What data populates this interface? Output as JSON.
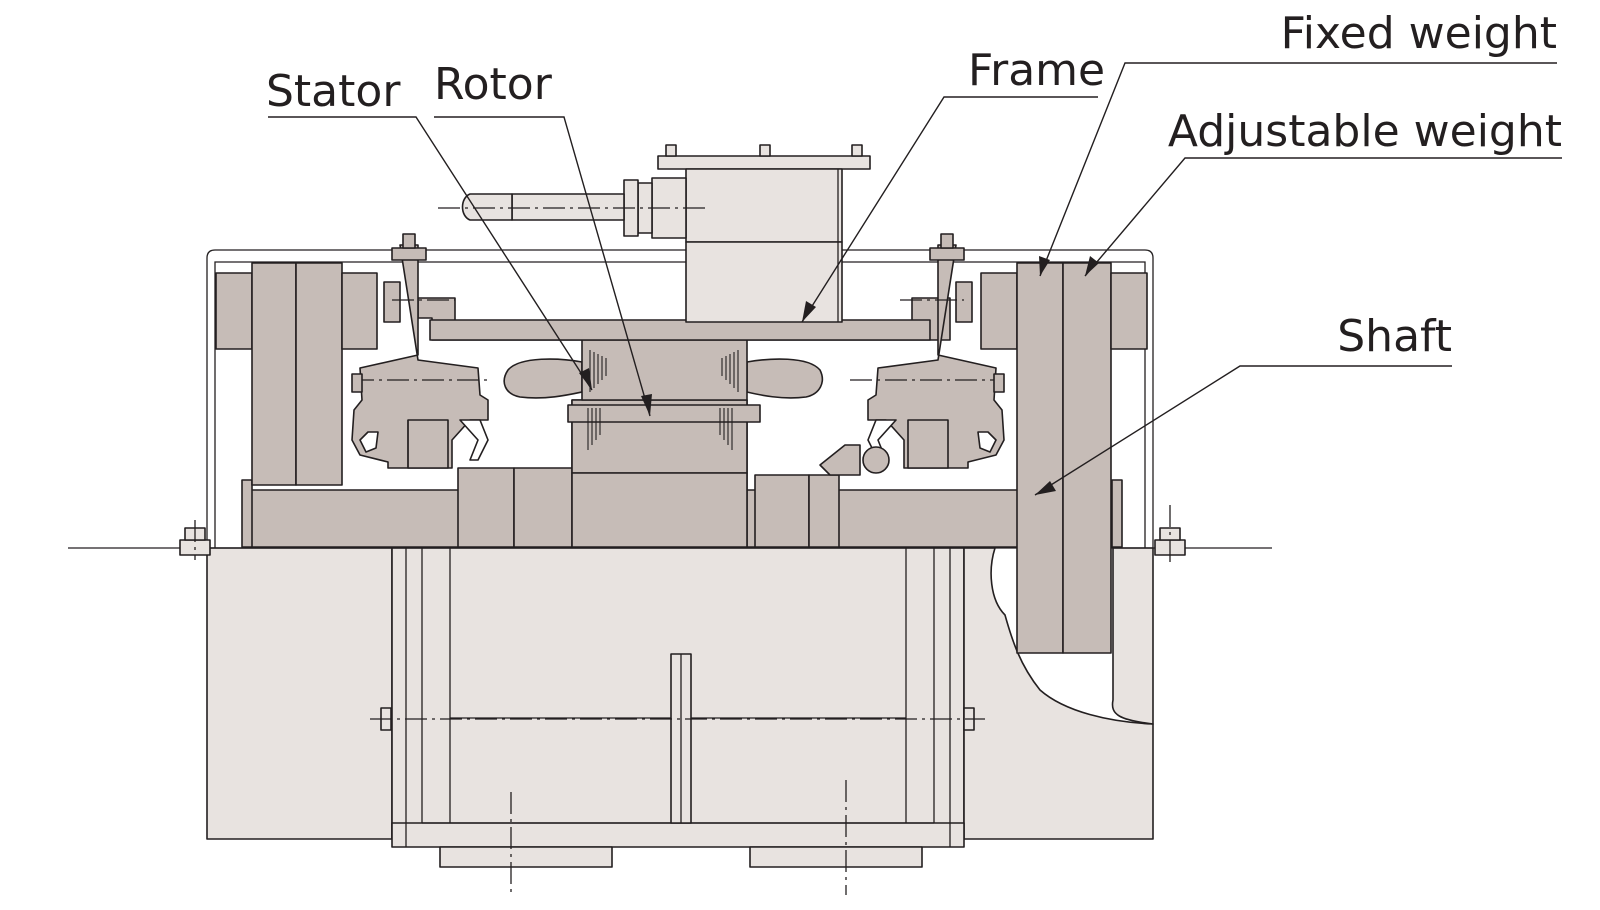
{
  "labels": {
    "stator": "Stator",
    "rotor": "Rotor",
    "frame": "Frame",
    "fixed_weight": "Fixed weight",
    "adjustable_weight": "Adjustable weight",
    "shaft": "Shaft"
  },
  "colors": {
    "outline": "#231f20",
    "light_fill": "#e8e3e0",
    "dark_fill": "#c6bcb7",
    "background": "#ffffff"
  }
}
